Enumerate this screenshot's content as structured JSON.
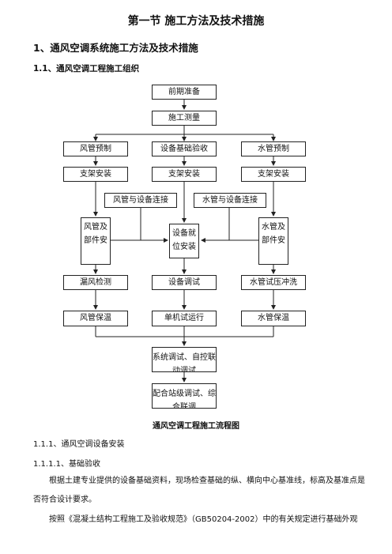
{
  "section_title": "第一节  施工方法及技术措施",
  "heading1": "1、通风空调系统施工方法及技术措施",
  "heading2": "1.1、通风空调工程施工组织",
  "flow": {
    "prep": "前期准备",
    "survey": "施工测量",
    "duct_prefab": "风管预制",
    "equip_base": "设备基础验收",
    "pipe_prefab": "水管预制",
    "bracket1": "支架安装",
    "bracket2": "支架安装",
    "bracket3": "支架安装",
    "duct_conn": "风管与设备连接",
    "pipe_conn": "水管与设备连接",
    "duct_parts": "风管及部件安",
    "equip_place": "设备就位安装",
    "pipe_parts": "水管及部件安",
    "leak_test": "漏风检测",
    "equip_debug": "设备调试",
    "pressure_test": "水管试压冲洗",
    "duct_insul": "风管保温",
    "single_run": "单机试运行",
    "pipe_insul": "水管保温",
    "system_debug": "系统调试、自控联动调试",
    "joint_debug": "配合站级调试、综合联调"
  },
  "caption": "通风空调工程施工流程图",
  "sub1": "1.1.1、通风空调设备安装",
  "sub2": "1.1.1.1、基础验收",
  "para1": "根据土建专业提供的设备基础资料，现场检查基础的纵、横向中心基准线，标高及基准点是否符合设计要求。",
  "para2": "按照《混凝土结构工程施工及验收规范》（GB50204-2002）中的有关规定进行基础外观"
}
